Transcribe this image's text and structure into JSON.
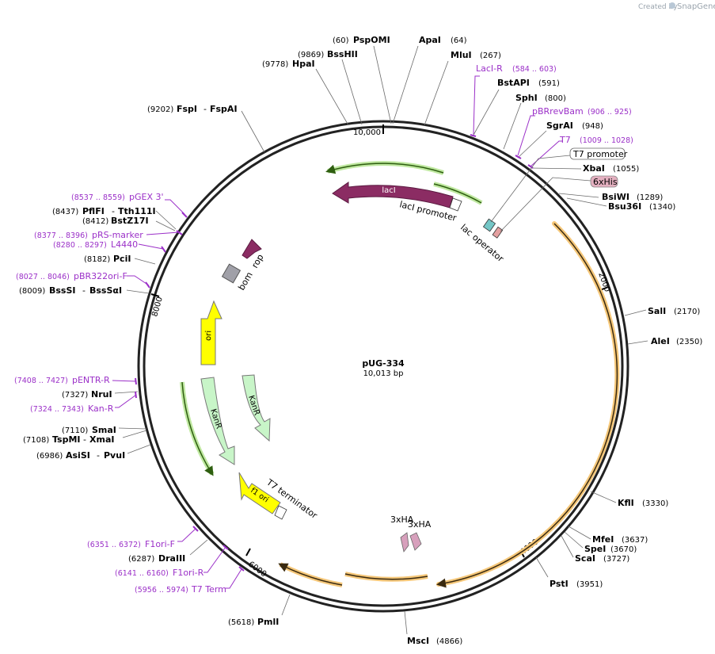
{
  "credit": {
    "created_by": "Created by",
    "brand": "SnapGene"
  },
  "plasmid": {
    "name": "pUG-334",
    "size": "10,013 bp"
  },
  "ticks": [
    "10,000",
    "2000",
    "4000",
    "6000",
    "8000"
  ],
  "enzymes": [
    {
      "pos": "(60)",
      "name": "PspOMI"
    },
    {
      "pos": "(64)",
      "name": "ApaI"
    },
    {
      "pos": "(9869)",
      "name": "BssHII"
    },
    {
      "pos": "(9778)",
      "name": "HpaI"
    },
    {
      "pos": "(267)",
      "name": "MluI"
    },
    {
      "pos": "(591)",
      "name": "BstAPI"
    },
    {
      "pos": "(800)",
      "name": "SphI"
    },
    {
      "pos": "(948)",
      "name": "SgrAI"
    },
    {
      "pos": "(1055)",
      "name": "XbaI"
    },
    {
      "pos": "(1289)",
      "name": "BsiWI"
    },
    {
      "pos": "(1340)",
      "name": "Bsu36I"
    },
    {
      "pos": "(2170)",
      "name": "SalI"
    },
    {
      "pos": "(2350)",
      "name": "AleI"
    },
    {
      "pos": "(3330)",
      "name": "KflI"
    },
    {
      "pos": "(3637)",
      "name": "MfeI"
    },
    {
      "pos": "(3670)",
      "name": "SpeI"
    },
    {
      "pos": "(3727)",
      "name": "ScaI"
    },
    {
      "pos": "(3951)",
      "name": "PstI"
    },
    {
      "pos": "(4866)",
      "name": "MscI"
    },
    {
      "pos": "(5618)",
      "name": "PmlI"
    },
    {
      "pos": "(6287)",
      "name": "DraIII"
    },
    {
      "pos": "(6986)",
      "name": "AsiSI",
      "name2": "PvuI"
    },
    {
      "pos": "(7108)",
      "name": "TspMI",
      "name2": "XmaI"
    },
    {
      "pos": "(7110)",
      "name": "SmaI"
    },
    {
      "pos": "(7327)",
      "name": "NruI"
    },
    {
      "pos": "(8009)",
      "name": "BssSI",
      "name2": "BssSαI"
    },
    {
      "pos": "(8182)",
      "name": "PciI"
    },
    {
      "pos": "(8412)",
      "name": "BstZ17I"
    },
    {
      "pos": "(8437)",
      "name": "PflFI",
      "name2": "Tth111I"
    },
    {
      "pos": "(9202)",
      "name": "FspI",
      "name2": "FspAI"
    }
  ],
  "primers": [
    {
      "name": "LacI-R",
      "range": "(584 .. 603)"
    },
    {
      "name": "pBRrevBam",
      "range": "(906 .. 925)"
    },
    {
      "name": "T7",
      "range": "(1009 .. 1028)"
    },
    {
      "name": "pGEX 3'",
      "range": "(8537 .. 8559)"
    },
    {
      "name": "pRS-marker",
      "range": "(8377 .. 8396)"
    },
    {
      "name": "L4440",
      "range": "(8280 .. 8297)"
    },
    {
      "name": "pBR322ori-F",
      "range": "(8027 .. 8046)"
    },
    {
      "name": "pENTR-R",
      "range": "(7408 .. 7427)"
    },
    {
      "name": "Kan-R",
      "range": "(7324 .. 7343)"
    },
    {
      "name": "F1ori-F",
      "range": "(6351 .. 6372)"
    },
    {
      "name": "F1ori-R",
      "range": "(6141 .. 6160)"
    },
    {
      "name": "T7 Term",
      "range": "(5956 .. 5974)"
    }
  ],
  "boxed_features": {
    "t7_promoter": "T7 promoter",
    "his_tag": "6xHis"
  },
  "features": {
    "lacI": "lacI",
    "lacI_promoter": "lacI promoter",
    "lac_operator": "lac operator",
    "rop": "rop",
    "bom": "bom",
    "ori": "ori",
    "kanr1": "KanR",
    "kanr2": "KanR",
    "f1_ori": "f1 ori",
    "t7_terminator": "T7 terminator",
    "ha1": "3xHA",
    "ha2": "3xHA"
  },
  "colors": {
    "backbone": "#222222",
    "lacI": "#8b2c63",
    "ori": "#ffff00",
    "kanR": "#c8f5c8",
    "bom": "#a0a0a8",
    "ha": "#d7a0bc",
    "primer": "#9b30c8",
    "orf_highlight": "#f5c779",
    "green_orf": "#bfe8a0"
  }
}
